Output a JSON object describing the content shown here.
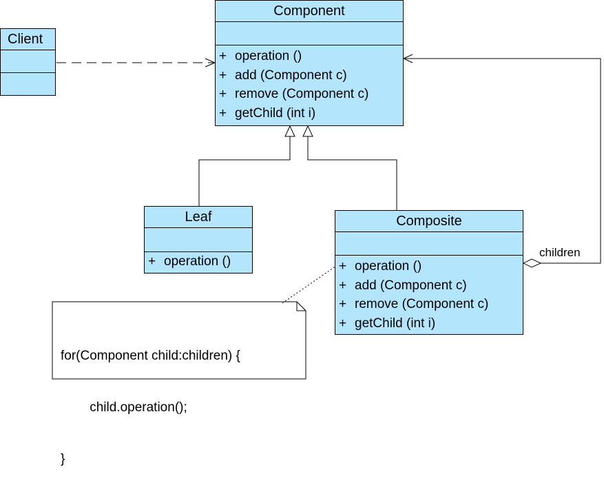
{
  "classes": {
    "client": {
      "name": "Client",
      "operations": []
    },
    "component": {
      "name": "Component",
      "operations": [
        {
          "vis": "+",
          "sig": "operation ()"
        },
        {
          "vis": "+",
          "sig": "add (Component c)"
        },
        {
          "vis": "+",
          "sig": "remove (Component c)"
        },
        {
          "vis": "+",
          "sig": "getChild (int i)"
        }
      ]
    },
    "leaf": {
      "name": "Leaf",
      "operations": [
        {
          "vis": "+",
          "sig": "operation ()"
        }
      ]
    },
    "composite": {
      "name": "Composite",
      "operations": [
        {
          "vis": "+",
          "sig": "operation ()"
        },
        {
          "vis": "+",
          "sig": "add (Component c)"
        },
        {
          "vis": "+",
          "sig": "remove (Component c)"
        },
        {
          "vis": "+",
          "sig": "getChild (int i)"
        }
      ]
    }
  },
  "note": {
    "lines": [
      "for(Component child:children) {",
      "        child.operation();",
      "}"
    ]
  },
  "edges": {
    "aggregation_label": "children"
  },
  "colors": {
    "class_fill": "#b3e5fc",
    "line": "#000000"
  }
}
